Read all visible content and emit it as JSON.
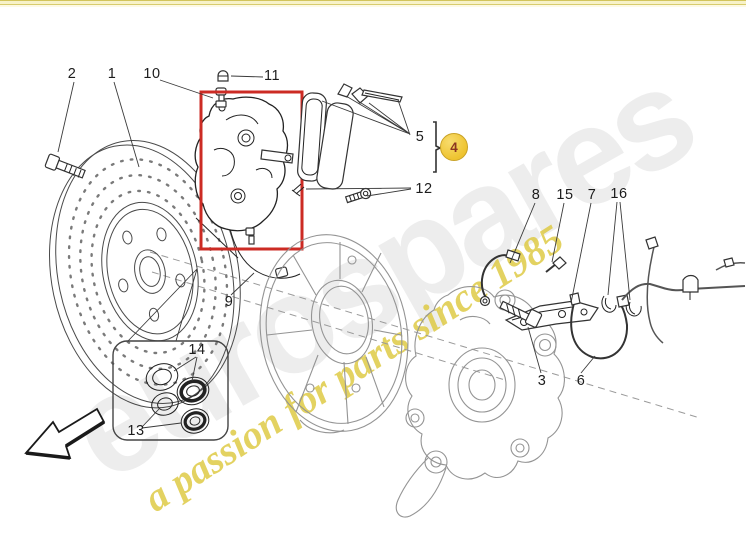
{
  "watermark": {
    "brand": "eurospares",
    "tagline": "a passion for parts since 1985",
    "brand_color": "#e9e9e9",
    "tagline_color": "#ddc83e"
  },
  "accent": {
    "top_border_color": "#d8cc6e",
    "highlight_box_color": "#cc2b24",
    "selected_badge_fill": "#eec32f",
    "selected_badge_text_color": "#8c3520"
  },
  "callouts": [
    {
      "number": "1"
    },
    {
      "number": "2"
    },
    {
      "number": "3"
    },
    {
      "number": "4",
      "selected": true
    },
    {
      "number": "5"
    },
    {
      "number": "6"
    },
    {
      "number": "7"
    },
    {
      "number": "8"
    },
    {
      "number": "9"
    },
    {
      "number": "10"
    },
    {
      "number": "11"
    },
    {
      "number": "12"
    },
    {
      "number": "13"
    },
    {
      "number": "14"
    },
    {
      "number": "15"
    },
    {
      "number": "16"
    }
  ]
}
